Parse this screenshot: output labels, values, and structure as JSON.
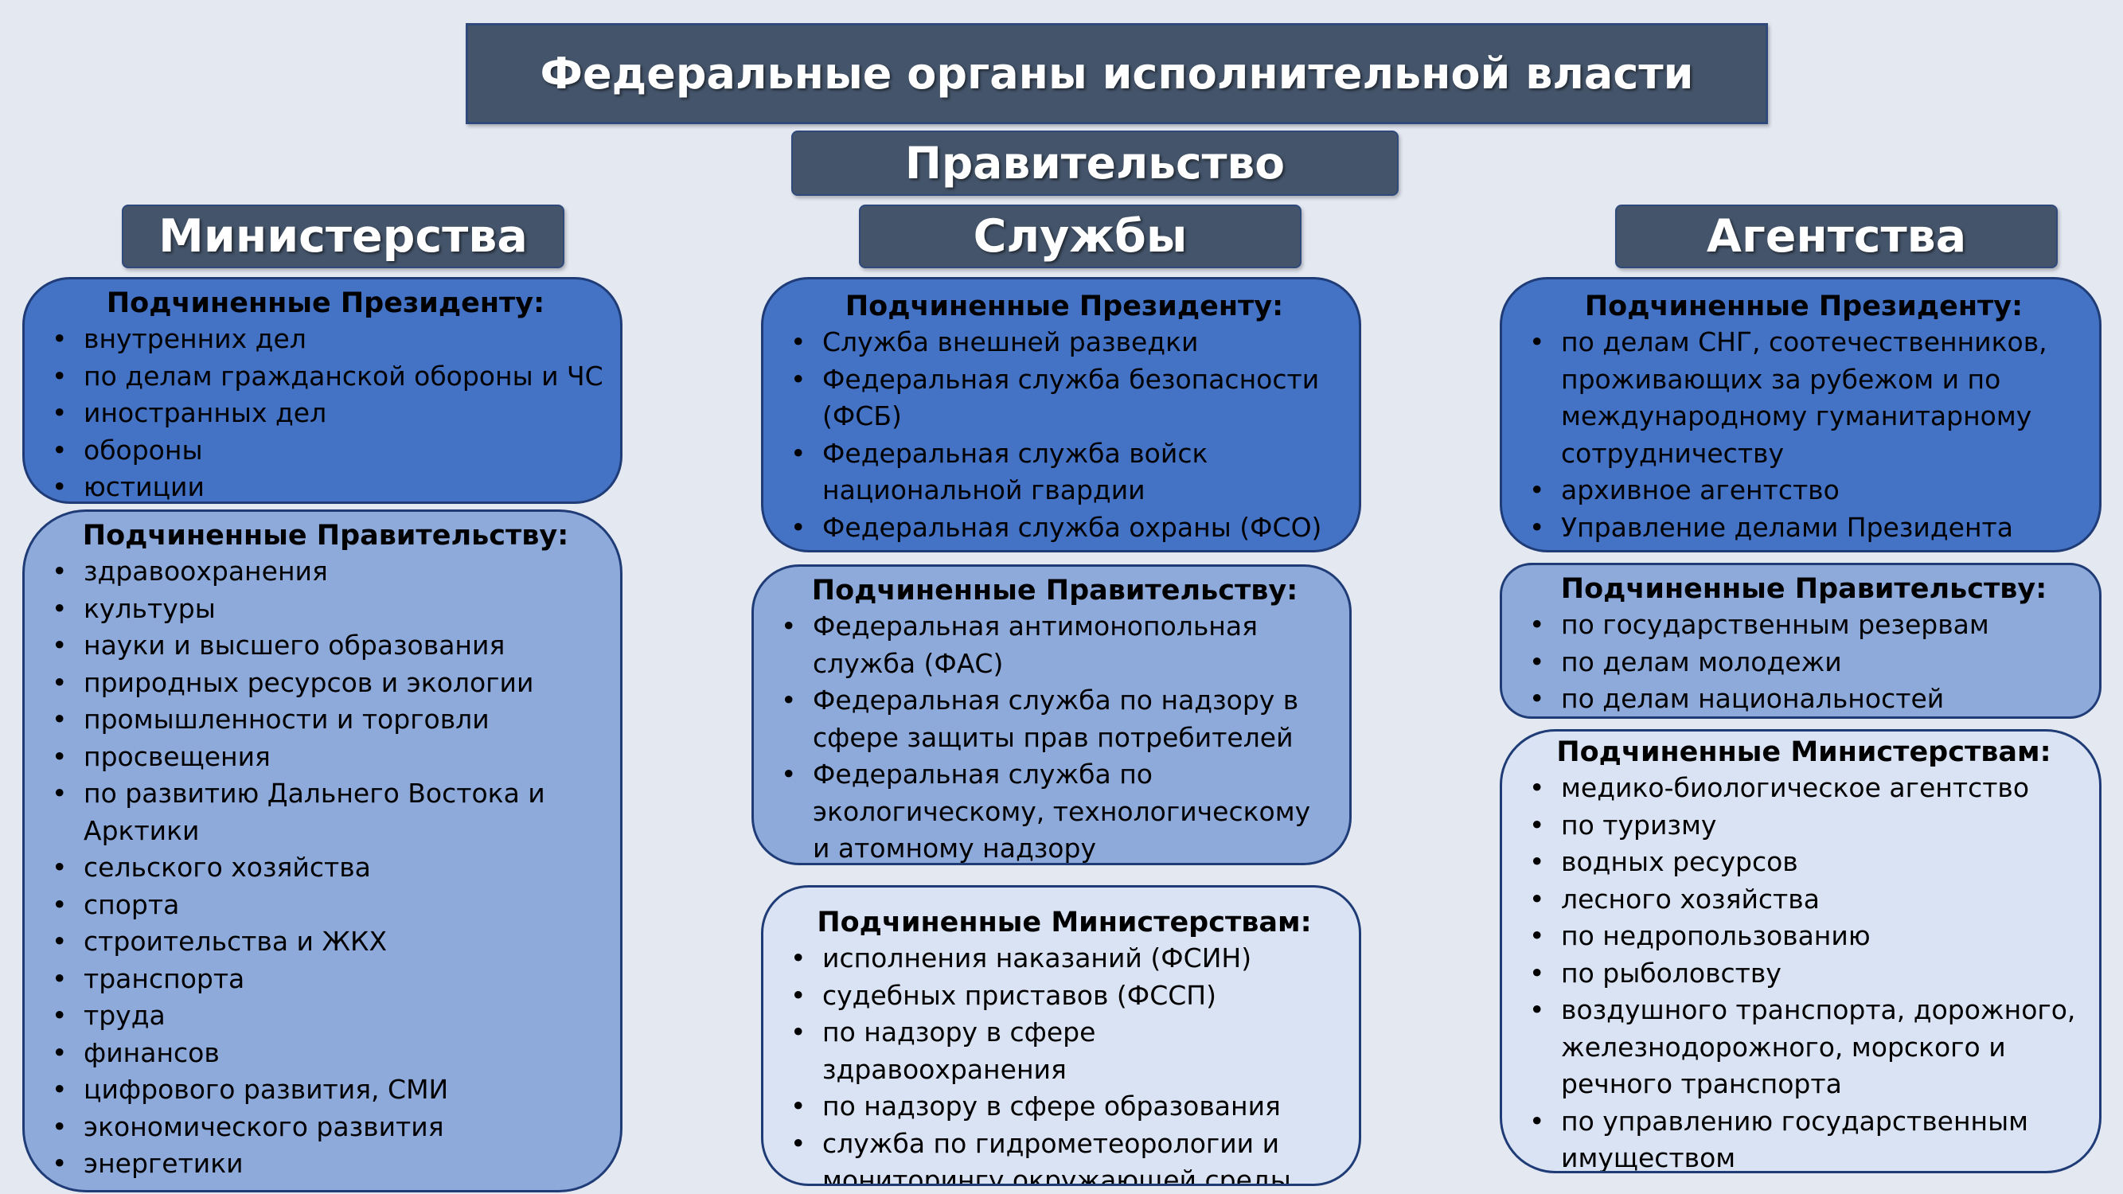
{
  "title": "Федеральные органы исполнительной власти",
  "government": "Правительство",
  "columns": {
    "ministries": {
      "title": "Министерства",
      "president": {
        "heading": "Подчиненные Президенту:",
        "items": [
          "внутренних дел",
          "по делам гражданской обороны и ЧС",
          "иностранных дел",
          "обороны",
          "юстиции"
        ]
      },
      "government": {
        "heading": "Подчиненные Правительству:",
        "items": [
          "здравоохранения",
          "культуры",
          "науки и высшего образования",
          "природных ресурсов и экологии",
          "промышленности и торговли",
          "просвещения",
          "по развитию Дальнего Востока и Арктики",
          "сельского хозяйства",
          "спорта",
          "строительства и ЖКХ",
          "транспорта",
          "труда",
          "финансов",
          "цифрового развития, СМИ",
          "экономического развития",
          "энергетики"
        ]
      }
    },
    "services": {
      "title": "Службы",
      "president": {
        "heading": "Подчиненные Президенту:",
        "items": [
          "Служба внешней разведки",
          "Федеральная служба безопасности (ФСБ)",
          "Федеральная служба войск национальной гвардии",
          "Федеральная служба охраны (ФСО)"
        ]
      },
      "government": {
        "heading": "Подчиненные Правительству:",
        "items": [
          "Федеральная антимонопольная служба (ФАС)",
          "Федеральная служба по надзору в сфере защиты прав потребителей",
          "Федеральная служба по экологическому, технологическому и атомному надзору"
        ]
      },
      "ministries": {
        "heading": "Подчиненные Министерствам:",
        "items": [
          "исполнения наказаний (ФСИН)",
          "судебных приставов (ФССП)",
          "по надзору в сфере здравоохранения",
          "по надзору в сфере образования",
          "служба по гидрометеорологии и мониторингу окружающей среды"
        ]
      }
    },
    "agencies": {
      "title": "Агентства",
      "president": {
        "heading": "Подчиненные Президенту:",
        "items": [
          "по делам СНГ, соотечественников, проживающих за рубежом и по международному гуманитарному сотрудничеству",
          "архивное агентство",
          "Управление делами Президента"
        ]
      },
      "government": {
        "heading": "Подчиненные Правительству:",
        "items": [
          "по государственным резервам",
          "по делам молодежи",
          "по делам национальностей"
        ]
      },
      "ministries": {
        "heading": "Подчиненные Министерствам:",
        "items": [
          "медико-биологическое агентство",
          "по туризму",
          "водных ресурсов",
          "лесного хозяйства",
          "по недропользованию",
          "по рыболовству",
          "воздушного транспорта, дорожного, железнодорожного, морского и речного транспорта",
          "по управлению государственным имуществом"
        ]
      }
    }
  },
  "colors": {
    "background": "#e4e8f1",
    "header": "#44546a",
    "president_box": "#4472c4",
    "government_box": "#8eaadb",
    "ministries_box": "#dae3f3",
    "border": "#1f3c77"
  }
}
